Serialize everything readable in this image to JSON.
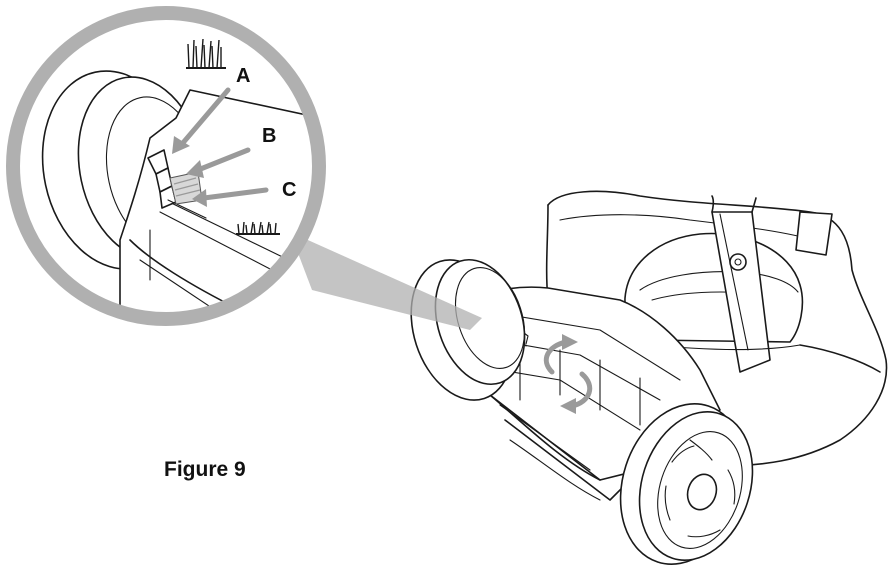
{
  "figure": {
    "caption": "Figure 9",
    "callouts": [
      "A",
      "B",
      "C"
    ]
  },
  "colors": {
    "line": "#1a1a1a",
    "magnifier": "#b0b0b0",
    "arrows": "#9a9a9a",
    "background": "#ffffff"
  },
  "icons": {
    "tall_grass": "tall-grass-icon",
    "short_grass": "short-grass-icon",
    "rotate": "rotate-arrows-icon"
  }
}
